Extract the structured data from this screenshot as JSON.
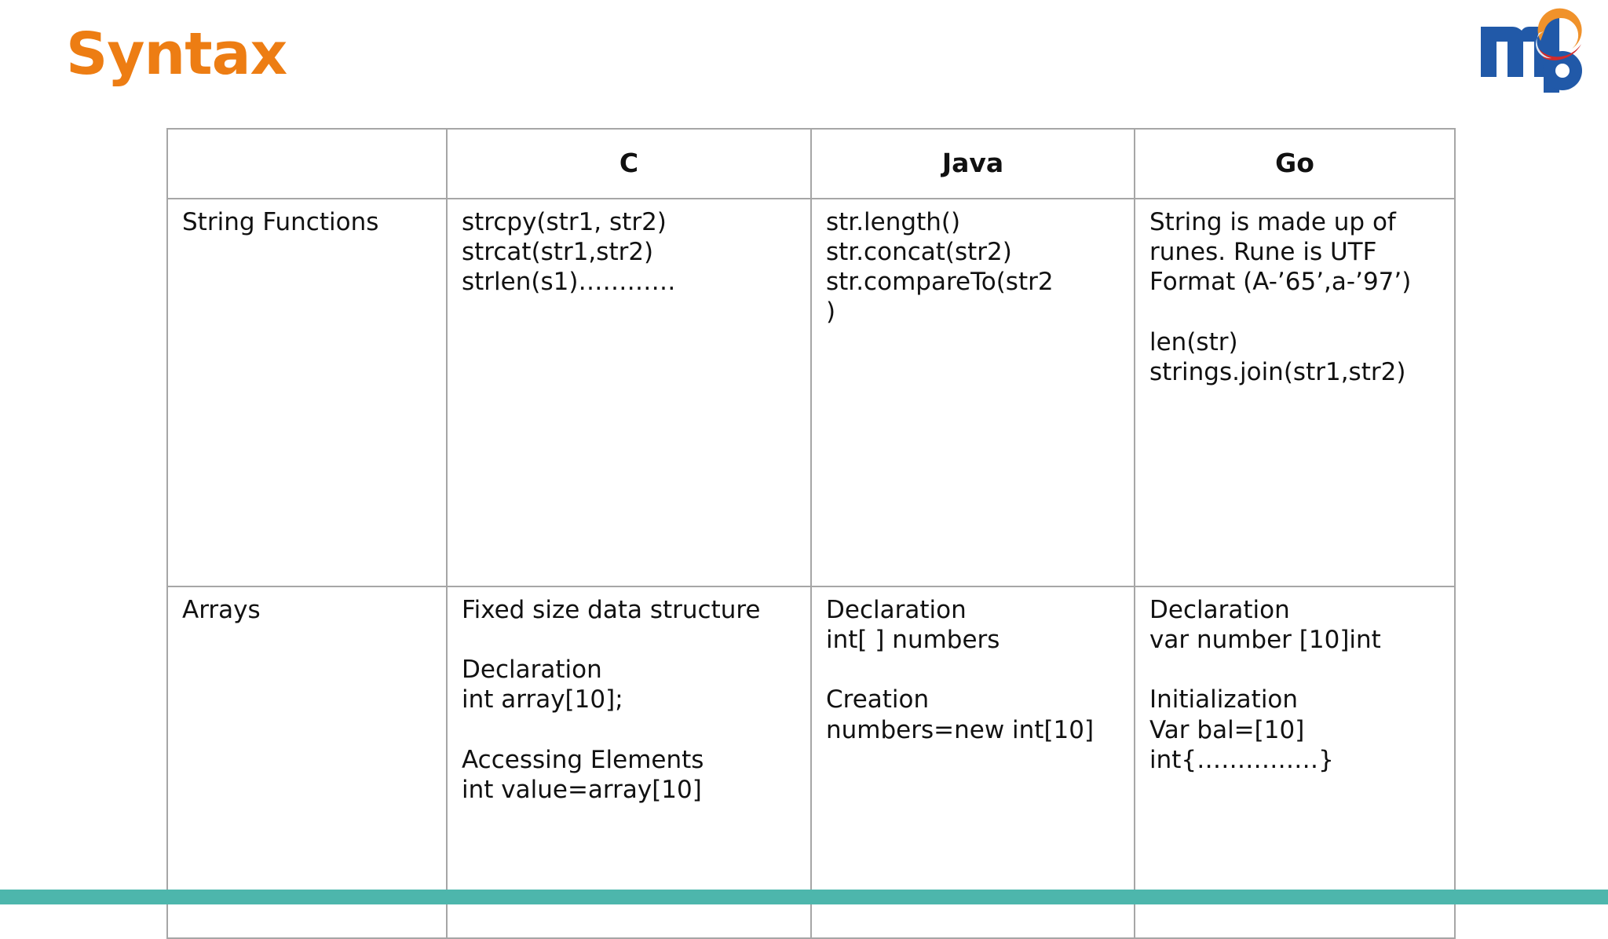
{
  "slide": {
    "title": "Syntax",
    "title_color": "#ED7D13",
    "background_color": "#FFFFFF",
    "accent_bar_color": "#4DB6AC"
  },
  "logo": {
    "name": "mb-logo",
    "letters": "mb",
    "primary_color": "#2159A8",
    "swirl_orange": "#F0922B",
    "swirl_red": "#D32A2A",
    "swirl_light": "#DDE7F2"
  },
  "table": {
    "headers": [
      "",
      "C",
      "Java",
      "Go"
    ],
    "rows": [
      {
        "label": "String Functions",
        "c": "strcpy(str1, str2)\nstrcat(str1,str2)\nstrlen(s1)…………",
        "java": "str.length()\nstr.concat(str2)\nstr.compareTo(str2\n)",
        "go": "String is made up of runes. Rune is UTF Format (A-’65’,a-’97’)\n\nlen(str)\nstrings.join(str1,str2)"
      },
      {
        "label": "Arrays",
        "c": "Fixed size data structure\n\nDeclaration\nint array[10];\n\nAccessing Elements\nint value=array[10]",
        "java": "Declaration\nint[ ] numbers\n\nCreation\nnumbers=new int[10]",
        "go": "Declaration\nvar number [10]int\n\nInitialization\nVar bal=[10]\nint{……………}"
      }
    ]
  }
}
